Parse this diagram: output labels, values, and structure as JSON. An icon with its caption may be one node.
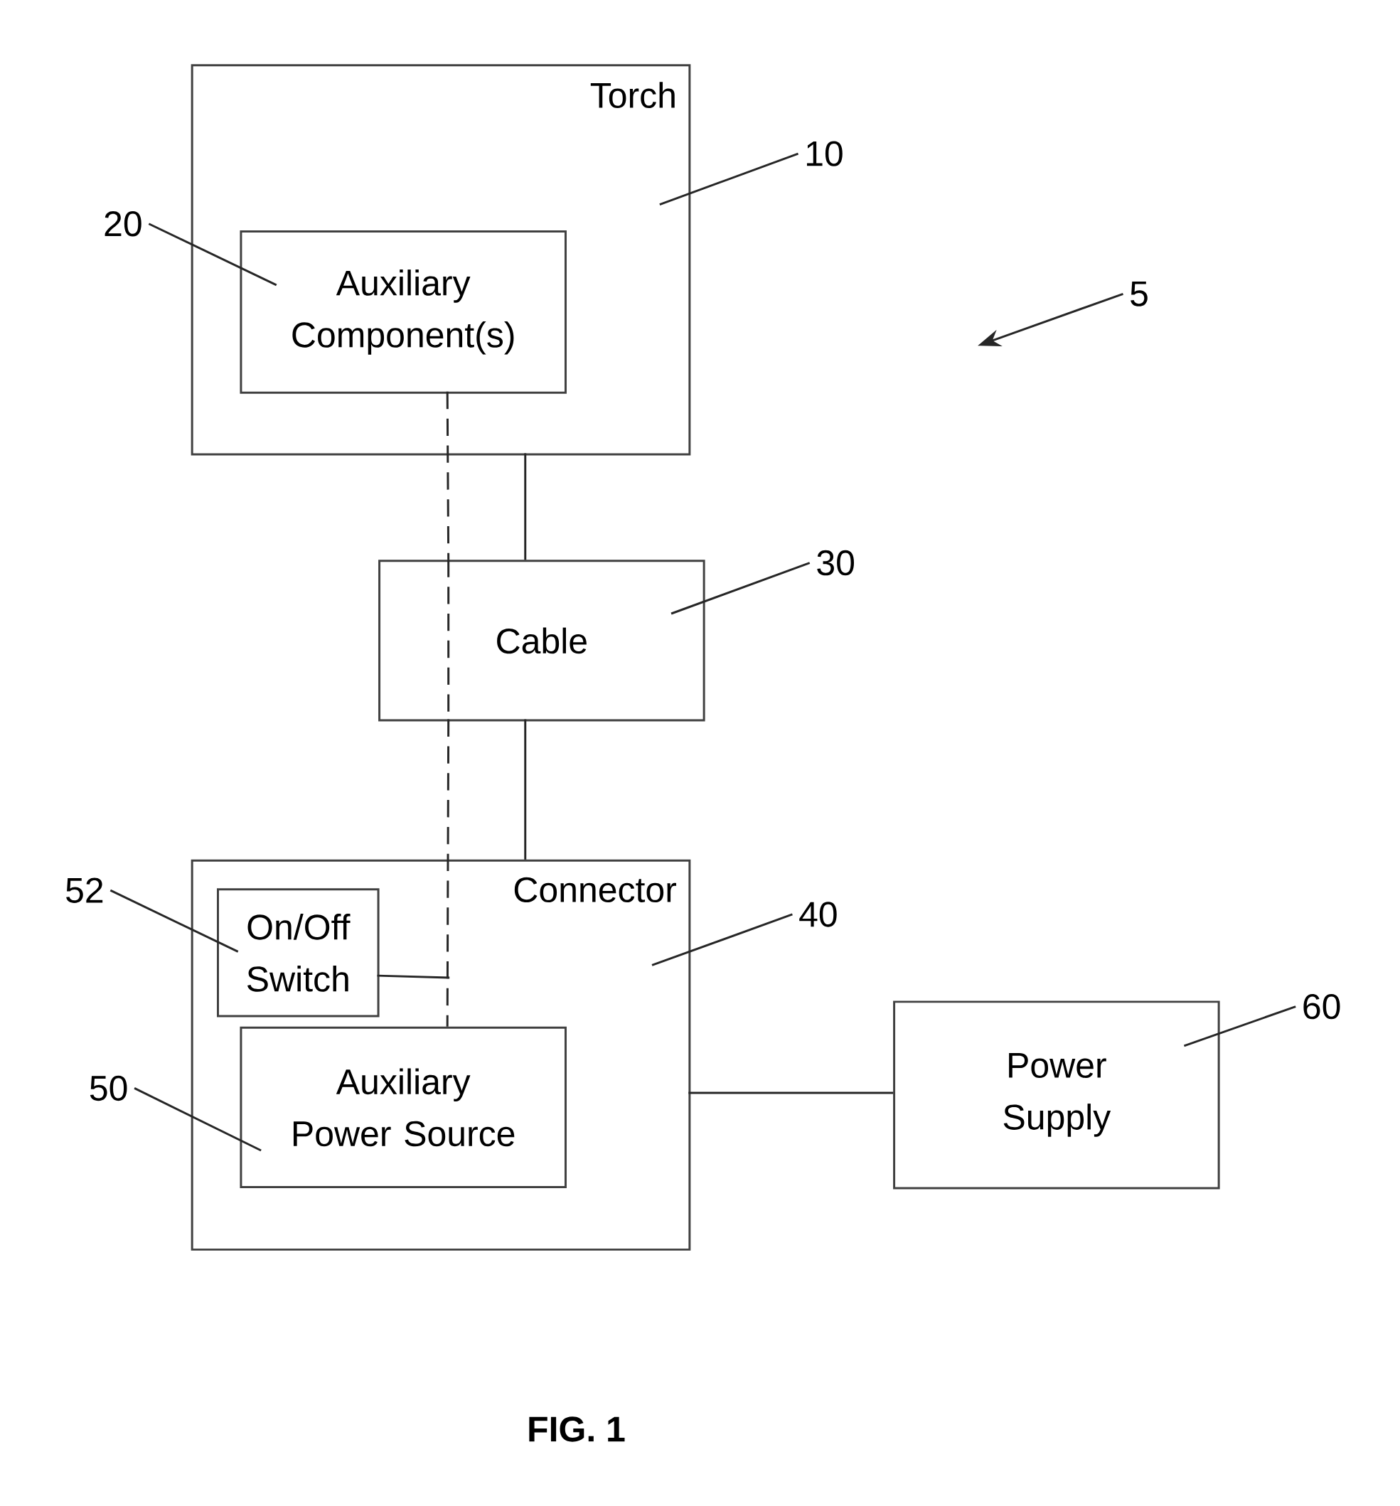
{
  "diagram": {
    "caption": "FIG. 1",
    "nodes": [
      {
        "text": [
          "Torch"
        ]
      },
      {
        "text": [
          "Auxiliary Component(s)"
        ],
        "in": 0
      },
      {
        "text": [
          "Cable"
        ]
      },
      {
        "text": [
          "Connector"
        ]
      },
      {
        "text": [
          "On/Off Switch"
        ],
        "in": 3
      },
      {
        "text": [
          "Auxiliary Power Source"
        ],
        "in": 3
      },
      {
        "text": [
          "Power Supply"
        ]
      },
      {
        "text": [
          "10"
        ]
      },
      {
        "text": [
          "20"
        ]
      },
      {
        "text": [
          "5"
        ]
      },
      {
        "text": [
          "30"
        ]
      },
      {
        "text": [
          "40"
        ]
      },
      {
        "text": [
          "52"
        ]
      },
      {
        "text": [
          "60"
        ]
      },
      {
        "text": [
          "50"
        ]
      }
    ],
    "edges": [
      {
        "from": 0,
        "to": 2,
        "arrow": "none"
      },
      {
        "from": 2,
        "to": 3,
        "arrow": "none"
      },
      {
        "from": 3,
        "to": 6,
        "arrow": "none"
      },
      {
        "from": 1,
        "to": 2,
        "arrow": "none",
        "style": "dashed"
      },
      {
        "from": 2,
        "to": 5,
        "arrow": "none",
        "style": "dashed"
      },
      {
        "from": 4,
        "to": null,
        "arrow": "none"
      },
      {
        "from": 7,
        "to": 0,
        "arrow": "none"
      },
      {
        "from": 8,
        "to": 1,
        "arrow": "none"
      },
      {
        "from": 9,
        "to": null,
        "arrow": "to"
      },
      {
        "from": 10,
        "to": 2,
        "arrow": "none"
      },
      {
        "from": 11,
        "to": 3,
        "arrow": "none"
      },
      {
        "from": 12,
        "to": 4,
        "arrow": "none"
      },
      {
        "from": 13,
        "to": 6,
        "arrow": "none"
      },
      {
        "from": 14,
        "to": 5,
        "arrow": "none"
      }
    ]
  }
}
